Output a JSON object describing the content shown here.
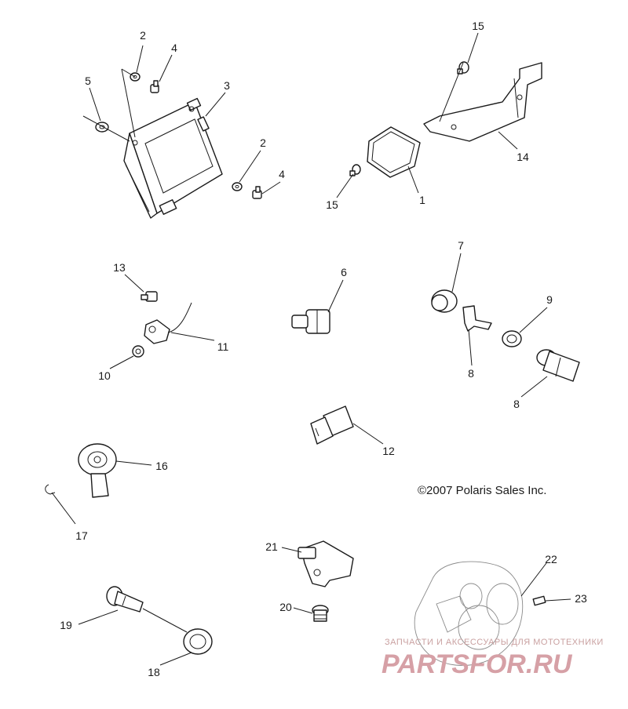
{
  "diagram": {
    "copyright": "©2007 Polaris Sales Inc.",
    "callouts": {
      "c1": "1",
      "c2a": "2",
      "c2b": "2",
      "c3": "3",
      "c4a": "4",
      "c4b": "4",
      "c5": "5",
      "c6": "6",
      "c7": "7",
      "c8a": "8",
      "c8b": "8",
      "c9": "9",
      "c10": "10",
      "c11": "11",
      "c12": "12",
      "c13": "13",
      "c14": "14",
      "c15a": "15",
      "c15b": "15",
      "c16": "16",
      "c17": "17",
      "c18": "18",
      "c19": "19",
      "c20": "20",
      "c21": "21",
      "c22": "22",
      "c23": "23"
    }
  },
  "watermark": {
    "tagline": "ЗАПЧАСТИ И АКСЕССУАРЫ ДЛЯ МОТОТЕХНИКИ",
    "logo": "PARTSFOR.RU"
  }
}
